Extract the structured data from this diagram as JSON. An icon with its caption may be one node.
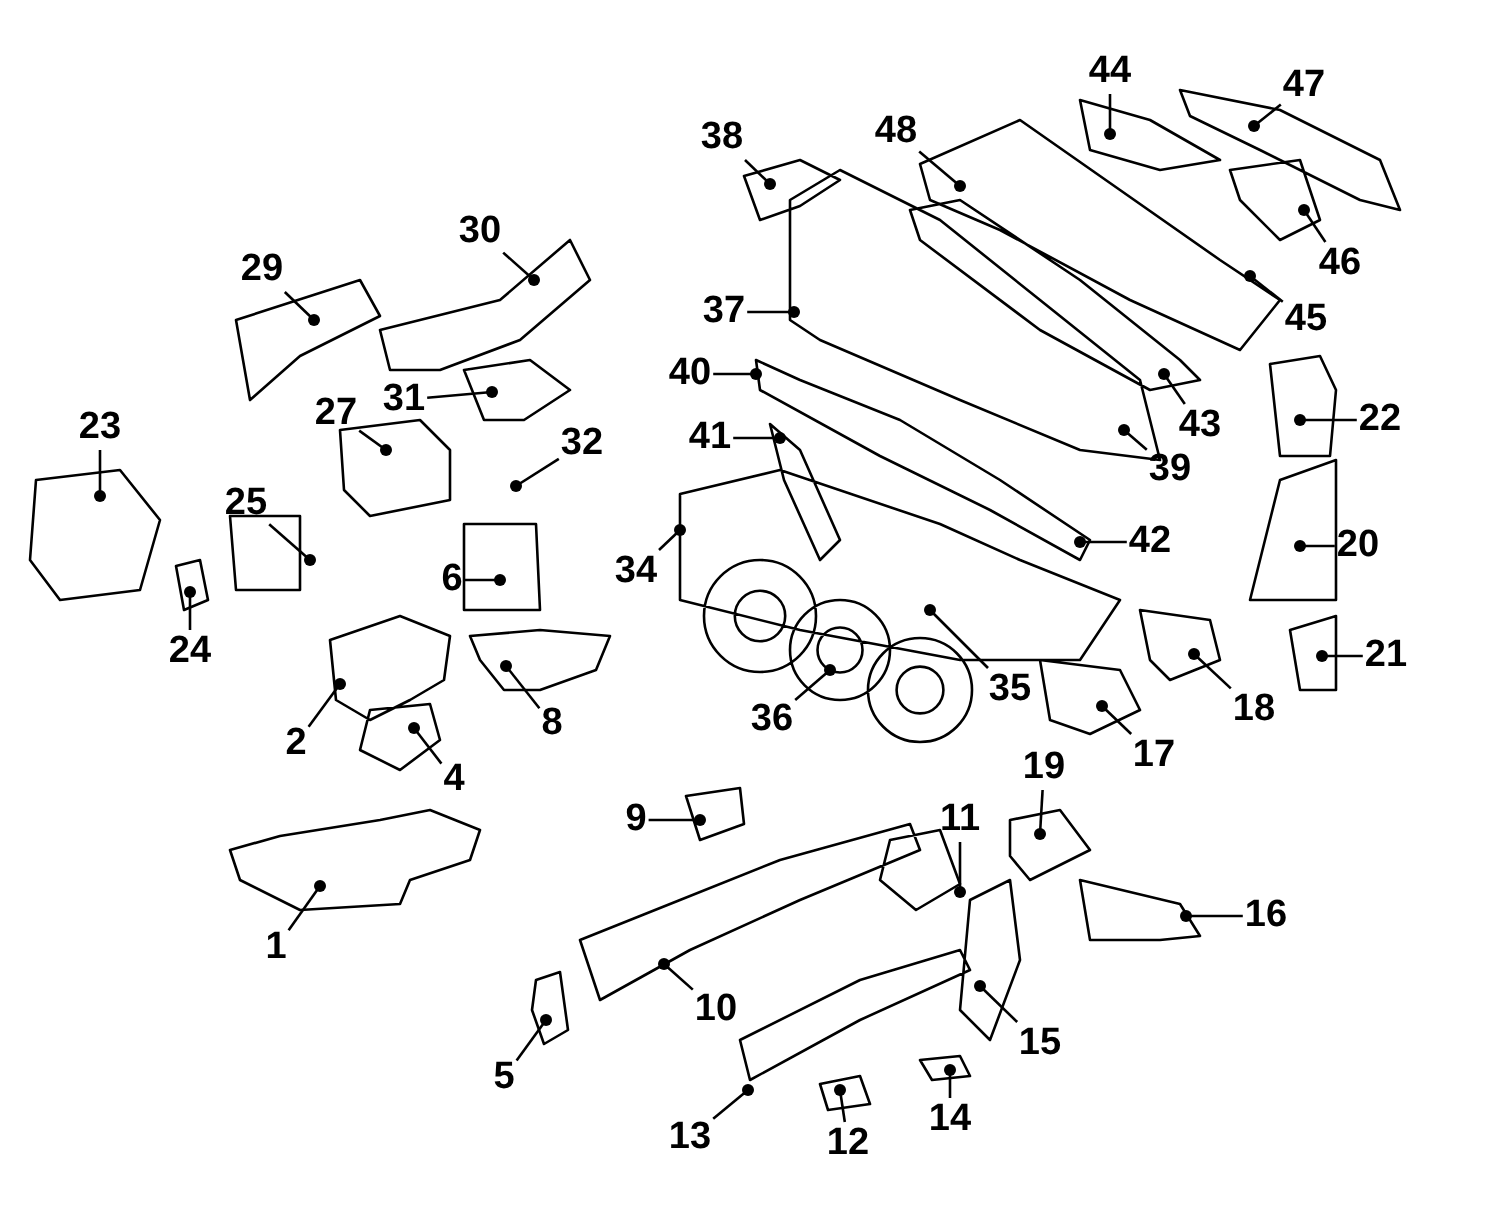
{
  "diagram": {
    "nodes": [
      {
        "text": [
          "1"
        ]
      },
      {
        "text": [
          "2"
        ]
      },
      {
        "text": [
          "4"
        ]
      },
      {
        "text": [
          "5"
        ]
      },
      {
        "text": [
          "6"
        ]
      },
      {
        "text": [
          "8"
        ]
      },
      {
        "text": [
          "9"
        ]
      },
      {
        "text": [
          "10"
        ]
      },
      {
        "text": [
          "11"
        ]
      },
      {
        "text": [
          "12"
        ]
      },
      {
        "text": [
          "13"
        ]
      },
      {
        "text": [
          "14"
        ]
      },
      {
        "text": [
          "15"
        ]
      },
      {
        "text": [
          "16"
        ]
      },
      {
        "text": [
          "17"
        ]
      },
      {
        "text": [
          "18"
        ]
      },
      {
        "text": [
          "19"
        ]
      },
      {
        "text": [
          "20"
        ]
      },
      {
        "text": [
          "21"
        ]
      },
      {
        "text": [
          "22"
        ]
      },
      {
        "text": [
          "23"
        ]
      },
      {
        "text": [
          "24"
        ]
      },
      {
        "text": [
          "25"
        ]
      },
      {
        "text": [
          "27"
        ]
      },
      {
        "text": [
          "29"
        ]
      },
      {
        "text": [
          "30"
        ]
      },
      {
        "text": [
          "31"
        ]
      },
      {
        "text": [
          "32"
        ]
      },
      {
        "text": [
          "34"
        ]
      },
      {
        "text": [
          "35"
        ]
      },
      {
        "text": [
          "36"
        ]
      },
      {
        "text": [
          "37"
        ]
      },
      {
        "text": [
          "38"
        ]
      },
      {
        "text": [
          "39"
        ]
      },
      {
        "text": [
          "40"
        ]
      },
      {
        "text": [
          "41"
        ]
      },
      {
        "text": [
          "42"
        ]
      },
      {
        "text": [
          "43"
        ]
      },
      {
        "text": [
          "44"
        ]
      },
      {
        "text": [
          "45"
        ]
      },
      {
        "text": [
          "46"
        ]
      },
      {
        "text": [
          "47"
        ]
      },
      {
        "text": [
          "48"
        ]
      }
    ],
    "edges": [
      {
        "from": 0,
        "to": null,
        "arrow": "other"
      },
      {
        "from": 1,
        "to": null,
        "arrow": "other"
      },
      {
        "from": 2,
        "to": null,
        "arrow": "other"
      },
      {
        "from": 3,
        "to": null,
        "arrow": "other"
      },
      {
        "from": 4,
        "to": null,
        "arrow": "other"
      },
      {
        "from": 5,
        "to": null,
        "arrow": "other"
      },
      {
        "from": 6,
        "to": null,
        "arrow": "other"
      },
      {
        "from": 7,
        "to": null,
        "arrow": "other"
      },
      {
        "from": 8,
        "to": null,
        "arrow": "other"
      },
      {
        "from": 9,
        "to": null,
        "arrow": "other"
      },
      {
        "from": 10,
        "to": null,
        "arrow": "other"
      },
      {
        "from": 11,
        "to": null,
        "arrow": "other"
      },
      {
        "from": 12,
        "to": null,
        "arrow": "other"
      },
      {
        "from": 13,
        "to": null,
        "arrow": "other"
      },
      {
        "from": 14,
        "to": null,
        "arrow": "other"
      },
      {
        "from": 15,
        "to": null,
        "arrow": "other"
      },
      {
        "from": 16,
        "to": null,
        "arrow": "other"
      },
      {
        "from": 17,
        "to": null,
        "arrow": "other"
      },
      {
        "from": 18,
        "to": null,
        "arrow": "other"
      },
      {
        "from": 19,
        "to": null,
        "arrow": "other"
      },
      {
        "from": 20,
        "to": null,
        "arrow": "other"
      },
      {
        "from": 21,
        "to": null,
        "arrow": "other"
      },
      {
        "from": 22,
        "to": null,
        "arrow": "other"
      },
      {
        "from": 23,
        "to": null,
        "arrow": "other"
      },
      {
        "from": 24,
        "to": null,
        "arrow": "other"
      },
      {
        "from": 25,
        "to": null,
        "arrow": "other"
      },
      {
        "from": 26,
        "to": null,
        "arrow": "other"
      },
      {
        "from": 27,
        "to": null,
        "arrow": "other"
      },
      {
        "from": 28,
        "to": null,
        "arrow": "other"
      },
      {
        "from": 29,
        "to": null,
        "arrow": "other"
      },
      {
        "from": 30,
        "to": null,
        "arrow": "other"
      },
      {
        "from": 31,
        "to": null,
        "arrow": "other"
      },
      {
        "from": 32,
        "to": null,
        "arrow": "other"
      },
      {
        "from": 33,
        "to": null,
        "arrow": "other"
      },
      {
        "from": 34,
        "to": null,
        "arrow": "other"
      },
      {
        "from": 35,
        "to": null,
        "arrow": "other"
      },
      {
        "from": 36,
        "to": null,
        "arrow": "other"
      },
      {
        "from": 37,
        "to": null,
        "arrow": "other"
      },
      {
        "from": 38,
        "to": null,
        "arrow": "other"
      },
      {
        "from": 39,
        "to": null,
        "arrow": "other"
      },
      {
        "from": 40,
        "to": null,
        "arrow": "other"
      },
      {
        "from": 41,
        "to": null,
        "arrow": "other"
      },
      {
        "from": 42,
        "to": null,
        "arrow": "other"
      }
    ]
  }
}
